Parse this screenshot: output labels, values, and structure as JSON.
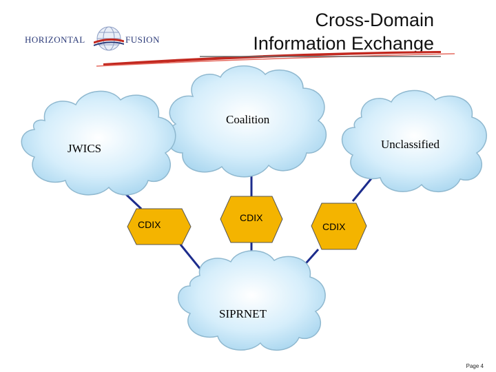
{
  "header": {
    "logo_left": "HORIZONTAL",
    "logo_right": "FUSION",
    "title_line1": "Cross-Domain",
    "title_line2": "Information Exchange"
  },
  "clouds": {
    "coalition": "Coalition",
    "jwics": "JWICS",
    "unclassified": "Unclassified",
    "siprnet": "SIPRNET"
  },
  "gateways": {
    "left": "CDIX",
    "center": "CDIX",
    "right": "CDIX"
  },
  "colors": {
    "cloud_fill": "#d6eefb",
    "cloud_stroke": "#8fb8cf",
    "hexagon_fill": "#f4b400",
    "connector": "#1c2c8c",
    "swoosh": "#c2281f"
  },
  "footer": {
    "page_label": "Page 4"
  }
}
